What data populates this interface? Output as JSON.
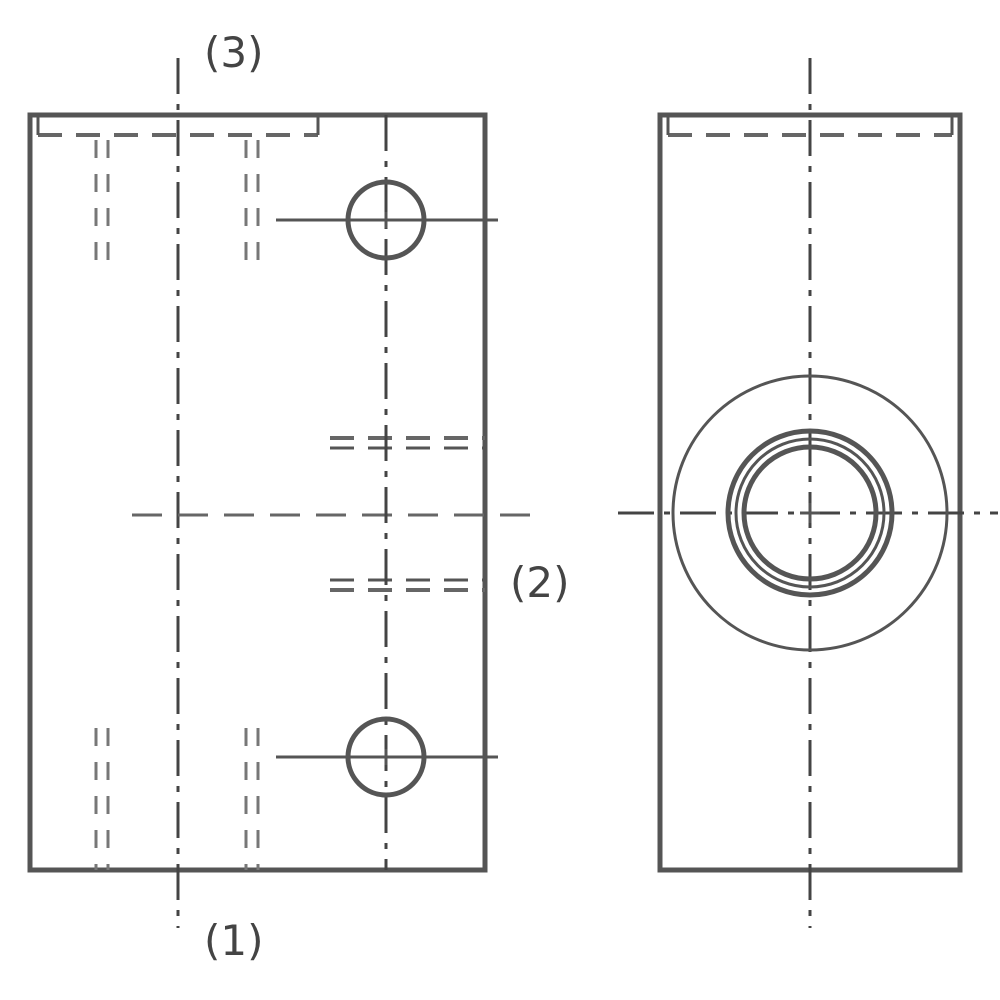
{
  "diagram": {
    "port_labels": {
      "port_1": "(1)",
      "port_2": "(2)",
      "port_3": "(3)"
    },
    "colors": {
      "line": "#555555",
      "background": "#ffffff"
    }
  }
}
